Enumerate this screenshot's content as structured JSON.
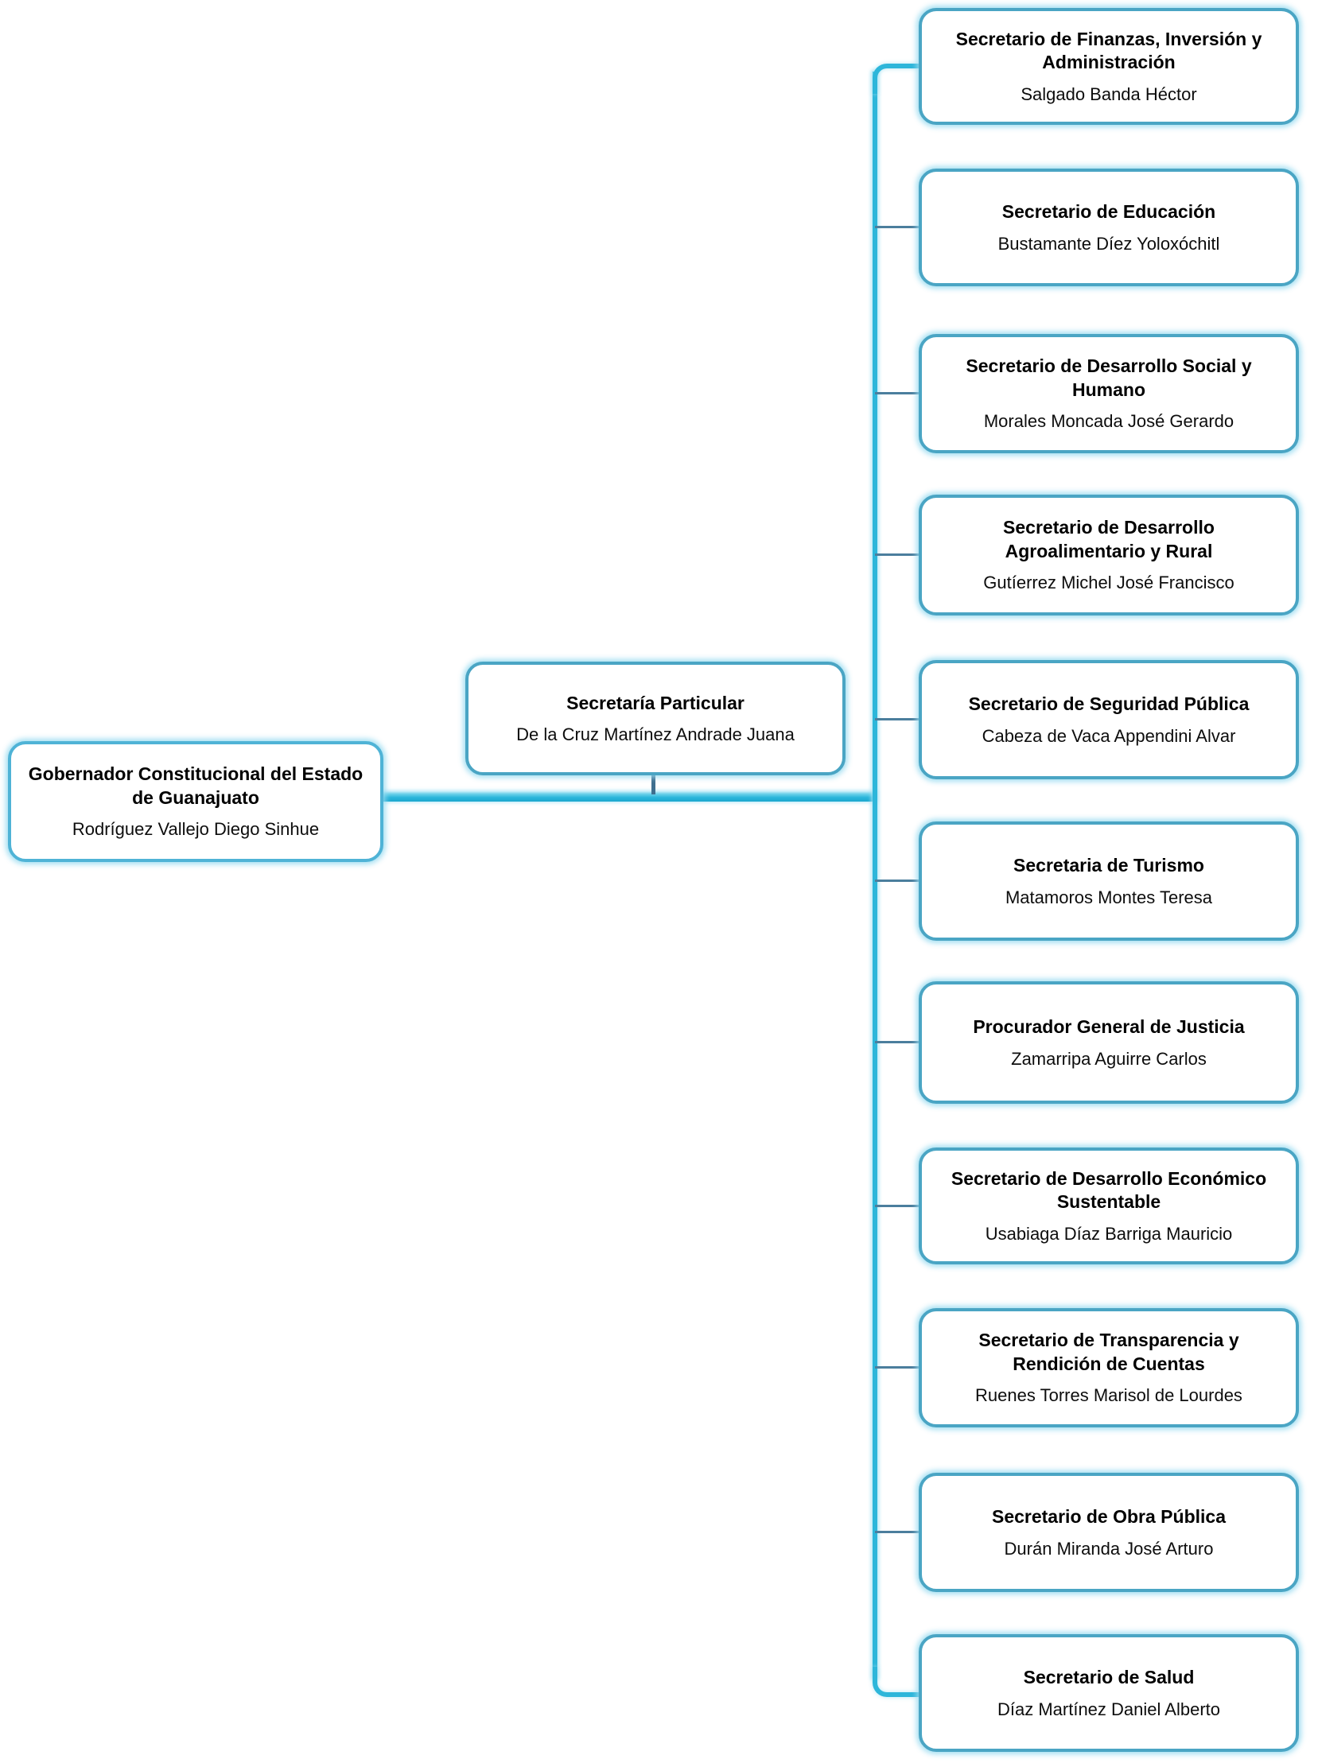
{
  "governor": {
    "title": "Gobernador Constitucional del Estado de Guanajuato",
    "name": "Rodríguez Vallejo Diego Sinhue"
  },
  "particular": {
    "title": "Secretaría Particular",
    "name": "De la Cruz Martínez Andrade Juana"
  },
  "secretaries": [
    {
      "title": "Secretario de Finanzas, Inversión y Administración",
      "name": "Salgado Banda Héctor"
    },
    {
      "title": "Secretario de Educación",
      "name": "Bustamante Díez Yoloxóchitl"
    },
    {
      "title": "Secretario de Desarrollo Social y Humano",
      "name": "Morales Moncada José Gerardo"
    },
    {
      "title": "Secretario de Desarrollo Agroalimentario y Rural",
      "name": "Gutíerrez Michel José Francisco"
    },
    {
      "title": "Secretario de Seguridad Pública",
      "name": "Cabeza de Vaca Appendini Alvar"
    },
    {
      "title": "Secretaria de Turismo",
      "name": "Matamoros Montes Teresa"
    },
    {
      "title": "Procurador General de Justicia",
      "name": "Zamarripa Aguirre Carlos"
    },
    {
      "title": "Secretario de Desarrollo Económico Sustentable",
      "name": "Usabiaga Díaz Barriga Mauricio"
    },
    {
      "title": "Secretario de Transparencia y Rendición de Cuentas",
      "name": "Ruenes Torres Marisol de Lourdes"
    },
    {
      "title": "Secretario de Obra Pública",
      "name": "Durán Miranda José Arturo"
    },
    {
      "title": "Secretario de Salud",
      "name": "Díaz Martínez Daniel Alberto"
    }
  ],
  "colors": {
    "line_accent": "#2DB6DA",
    "box_border": "#4AA5C4",
    "box_glow": "#B9E7F6",
    "stub": "#4B7E9D",
    "text": "#000000"
  }
}
